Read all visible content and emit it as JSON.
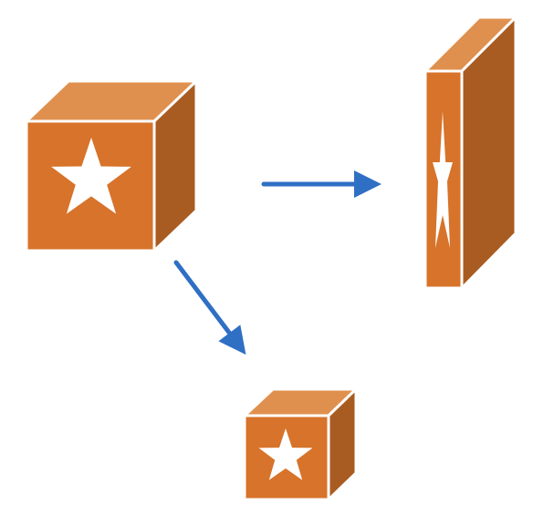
{
  "colors": {
    "background": "#ffffff",
    "cube_front": "#D7732A",
    "cube_top": "#E0904E",
    "cube_side": "#A95C21",
    "edge": "#ffffff",
    "star": "#ffffff",
    "arrow": "#2F6FC4"
  },
  "shapes": [
    {
      "name": "cube-original",
      "icon": "star-icon"
    },
    {
      "name": "cube-stretched",
      "icon": "narrow-star-icon"
    },
    {
      "name": "cube-scaled-down",
      "icon": "star-icon"
    }
  ],
  "arrows": [
    {
      "name": "arrow-right",
      "direction": "right"
    },
    {
      "name": "arrow-down-right",
      "direction": "down-right"
    }
  ]
}
